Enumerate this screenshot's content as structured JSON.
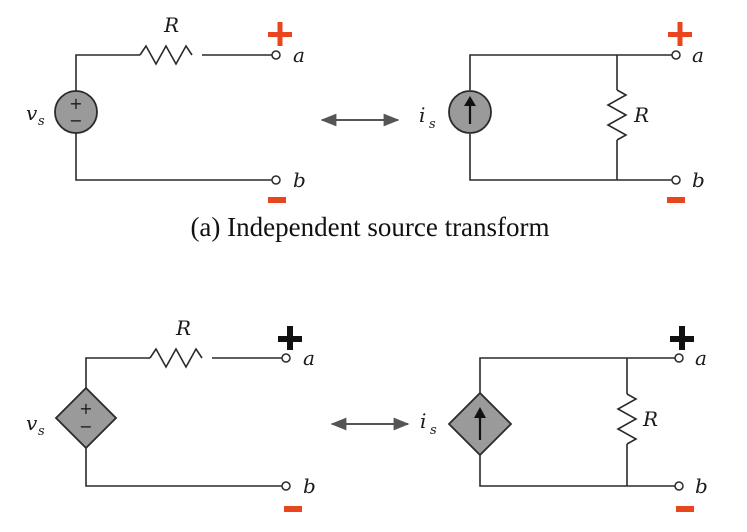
{
  "colors": {
    "wire": "#2a2a2a",
    "source_fill": "#9a9a9a",
    "polarity_red": "#e8461e",
    "polarity_black": "#111111"
  },
  "labels": {
    "resistor": "R",
    "voltage_source": "v",
    "current_source": "i",
    "subscript": "s",
    "terminal_a": "a",
    "terminal_b": "b",
    "plus": "+",
    "minus": "−"
  },
  "caption_a": "(a) Independent source transform",
  "icons": {
    "arrow": "double-arrow-icon"
  }
}
